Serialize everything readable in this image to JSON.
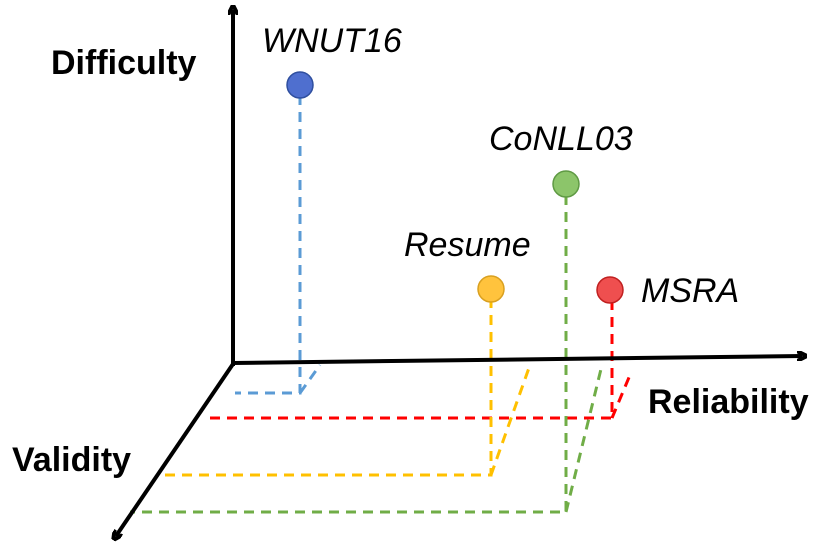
{
  "axes": {
    "difficulty": "Difficulty",
    "reliability": "Reliability",
    "validity": "Validity"
  },
  "datasets": [
    {
      "key": "wnut16",
      "label": "WNUT16",
      "color": "#4f6fcf",
      "line_color": "#5b9bd5"
    },
    {
      "key": "conll03",
      "label": "CoNLL03",
      "color": "#8cc56a",
      "line_color": "#70ad47"
    },
    {
      "key": "resume",
      "label": "Resume",
      "color": "#ffc33d",
      "line_color": "#ffc000"
    },
    {
      "key": "msra",
      "label": "MSRA",
      "color": "#ef4f4f",
      "line_color": "#ff0000"
    }
  ]
}
